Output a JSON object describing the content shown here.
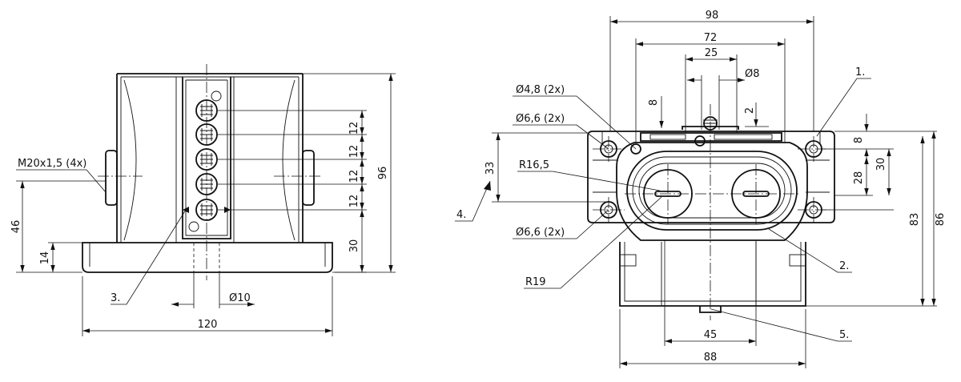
{
  "left_view": {
    "thread": "M20x1,5 (4x)",
    "dim_46": "46",
    "dim_14": "14",
    "dim_120": "120",
    "dim_96": "96",
    "dim_12a": "12",
    "dim_12b": "12",
    "dim_12c": "12",
    "dim_12d": "12",
    "dim_30": "30",
    "dia_10": "10",
    "label_3": "3."
  },
  "right_view": {
    "dim_98": "98",
    "dim_72": "72",
    "dim_25": "25",
    "dia_8": "8",
    "dim_8_top": "8",
    "dim_2": "2",
    "dia_4_8": "4,8 (2x)",
    "dia_6_6_top": "6,6 (2x)",
    "dia_6_6_bottom": "6,6 (2x)",
    "r_16_5": "R16,5",
    "r_19": "R19",
    "dim_33": "33",
    "dim_8_right": "8",
    "dim_28": "28",
    "dim_30": "30",
    "dim_83": "83",
    "dim_86": "86",
    "dim_45": "45",
    "dim_88": "88",
    "label_1": "1.",
    "label_2": "2.",
    "label_4": "4.",
    "label_5": "5."
  },
  "symbols": {
    "diameter": "Ø"
  }
}
